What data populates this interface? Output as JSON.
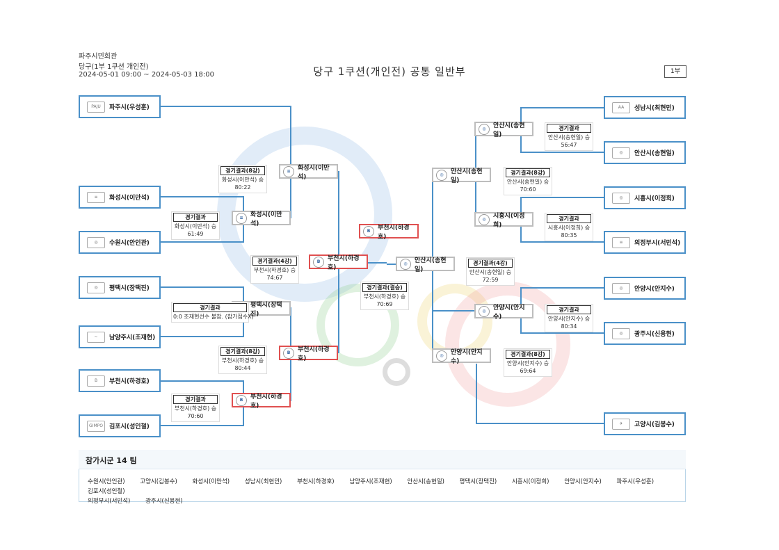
{
  "header": {
    "venue": "파주시민회관",
    "event": "당구(1부 1쿠션 개인전)",
    "period": "2024-05-01 09:00 ~ 2024-05-03 18:00",
    "title": "당구 1쿠션(개인전) 공통 일반부",
    "division_badge": "1부"
  },
  "teams": {
    "paju": "파주시(우성훈)",
    "hwaseong": "화성시(이만석)",
    "suwon": "수원시(안인관)",
    "pyeongtaek": "평택시(장택진)",
    "namyangju": "남양주시(조재현)",
    "bucheon": "부천시(하경호)",
    "gimpo": "김포시(성인철)",
    "seongnam": "성남시(최현민)",
    "ansan": "안산시(송현일)",
    "siheung": "시흥시(이정희)",
    "uijeongbu": "의정부시(서민석)",
    "anyang": "안양시(안지수)",
    "gwangju": "광주시(신용현)",
    "goyang": "고양시(김봉수)"
  },
  "winners": {
    "l_r1_top": "화성시(이만석)",
    "l_r1_mid": "평택시(장택진)",
    "l_r1_bot": "부천시(하경호)",
    "l_r2_top": "화성시(이만석)",
    "l_r2_bot": "부천시(하경호)",
    "l_semi": "부천시(하경호)",
    "champion": "부천시(하경호)",
    "r_semi": "안산시(송현일)",
    "r_r2_top": "안산시(송현일)",
    "r_r2_bot": "안양시(안지수)",
    "r_r1_top": "안산시(송현일)",
    "r_r1_mid": "시흥시(이정희)",
    "r_r1_bot": "안양시(안지수)"
  },
  "results": {
    "l1": {
      "head": "경기결과",
      "line1": "화성시(이만석) 승",
      "line2": "61:49"
    },
    "l2": {
      "head": "경기결과",
      "line1": "0:0 조재현선수 불참. (참가점수X)"
    },
    "l3": {
      "head": "경기결과",
      "line1": "부천시(하경호) 승",
      "line2": "70:60"
    },
    "l4": {
      "head": "경기결과(8강)",
      "line1": "화성시(이만석) 승",
      "line2": "80:22"
    },
    "l5": {
      "head": "경기결과(8강)",
      "line1": "부천시(하경호) 승",
      "line2": "80:44"
    },
    "l6": {
      "head": "경기결과(4강)",
      "line1": "부천시(하경호) 승",
      "line2": "74:67"
    },
    "final": {
      "head": "경기결과(결승)",
      "line1": "부천시(하경호) 승",
      "line2": "70:69"
    },
    "r6": {
      "head": "경기결과(4강)",
      "line1": "안산시(송현일) 승",
      "line2": "72:59"
    },
    "r4": {
      "head": "경기결과(8강)",
      "line1": "안산시(송현일) 승",
      "line2": "70:60"
    },
    "r5": {
      "head": "경기결과(8강)",
      "line1": "안양시(안지수) 승",
      "line2": "69:64"
    },
    "r1": {
      "head": "경기결과",
      "line1": "안산시(송현일) 승",
      "line2": "56:47"
    },
    "r2": {
      "head": "경기결과",
      "line1": "시흥시(이정희) 승",
      "line2": "80:35"
    },
    "r3": {
      "head": "경기결과",
      "line1": "안양시(안지수) 승",
      "line2": "80:34"
    }
  },
  "footer": {
    "heading": "참가시군 14 팀",
    "list": [
      "수원시(안인관)",
      "고양시(김봉수)",
      "화성시(이만석)",
      "성남시(최현민)",
      "부천시(하경호)",
      "남양주시(조재현)",
      "안산시(송현일)",
      "평택시(장택진)",
      "시흥시(이정희)",
      "안양시(안지수)",
      "파주시(우성훈)",
      "김포시(성인철)",
      "의정부시(서민석)",
      "광주시(신용현)"
    ]
  },
  "colors": {
    "team_border": "#4a90c8",
    "winner_border": "#bdbdbd",
    "champion_path_border": "#e05050"
  },
  "icons": {
    "team_logo": "city-emblem-icon",
    "winner_logo": "city-emblem-round-icon"
  }
}
